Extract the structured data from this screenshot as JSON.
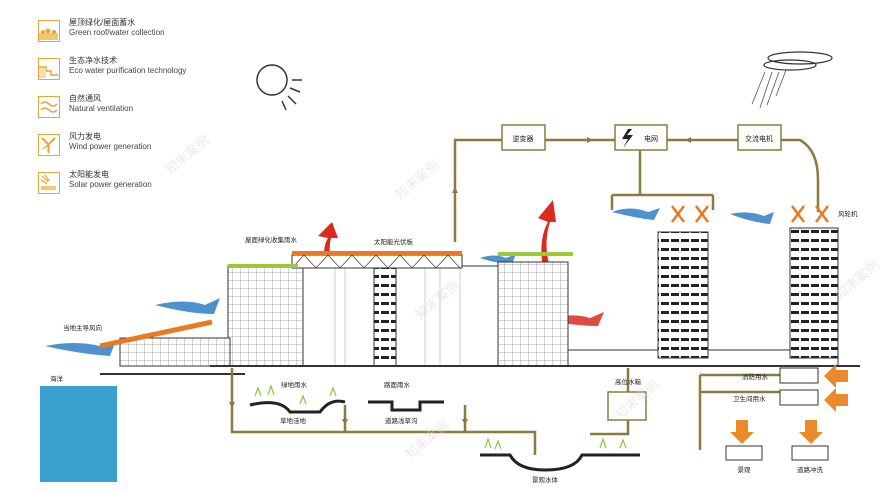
{
  "legend": [
    {
      "cn": "屋顶绿化/屋面蓄水",
      "en": "Green roof/water collection",
      "icon": "green-roof-icon"
    },
    {
      "cn": "生态净水技术",
      "en": "Eco water purification technology",
      "icon": "eco-water-icon"
    },
    {
      "cn": "自然通风",
      "en": "Natural ventilation",
      "icon": "ventilation-icon"
    },
    {
      "cn": "风力发电",
      "en": "Wind power generation",
      "icon": "wind-power-icon"
    },
    {
      "cn": "太阳能发电",
      "en": "Solar power generation",
      "icon": "solar-power-icon"
    }
  ],
  "labels": {
    "inverter": "逆变器",
    "grid": "电网",
    "ac_motor": "交流电机",
    "wind_turbine": "风轮机",
    "roof_collection": "屋面绿化收集雨水",
    "solar_panel": "太阳能光伏板",
    "prevailing_wind": "当地主导风向",
    "ocean": "海洋",
    "green_rain": "绿地雨水",
    "road_rain": "路面雨水",
    "grass_depression": "草地洼地",
    "road_ditch": "道路浅草沟",
    "high_tank": "高位水箱",
    "fire_water": "消防用水",
    "sanitary_water": "卫生间用水",
    "landscape_water": "景观水体",
    "landscape": "景观",
    "road_wash": "道路冲洗"
  },
  "watermark": "知末案例",
  "colors": {
    "accent": "#e7a53a",
    "pipe": "#8c7a3e",
    "wind": "#3a86c8",
    "hot": "#d92b1e",
    "green": "#9bc93a",
    "ocean": "#3aa0d0",
    "roof": "#ea7a22"
  }
}
